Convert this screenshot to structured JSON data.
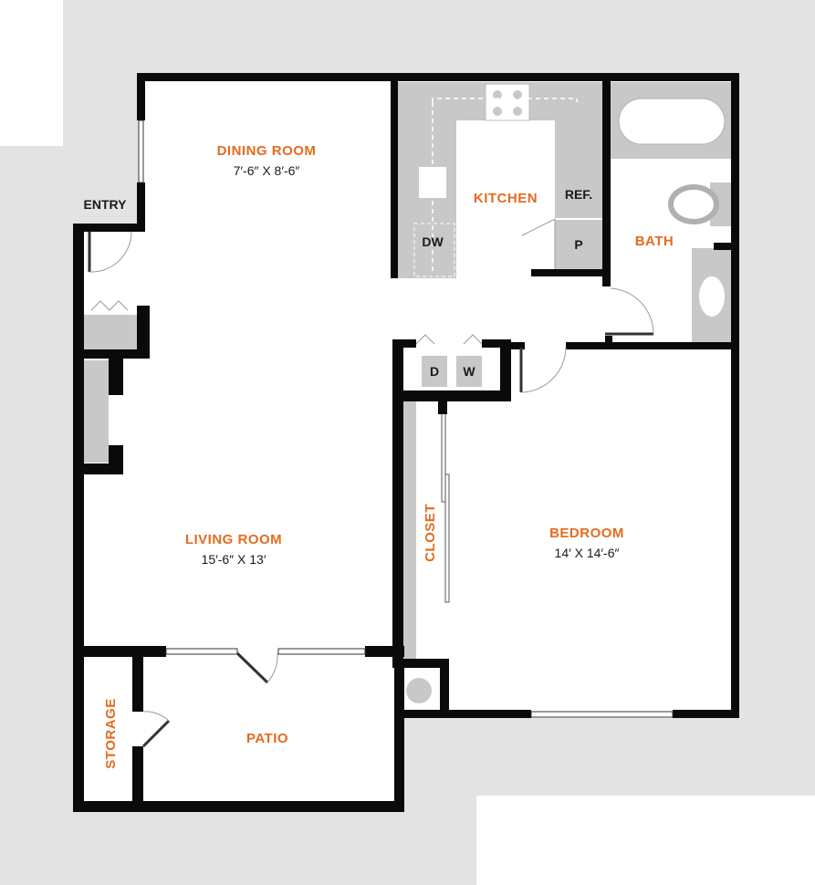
{
  "colors": {
    "background_gray": "#e3e3e3",
    "wall": "#0a0a0a",
    "label_orange": "#e46b1f",
    "fixture_gray": "#c8c8c8"
  },
  "rooms": {
    "dining_room": {
      "name": "DINING ROOM",
      "size": "7′-6″ X 8′-6″"
    },
    "kitchen": {
      "name": "KITCHEN"
    },
    "bath": {
      "name": "BATH"
    },
    "living_room": {
      "name": "LIVING ROOM",
      "size": "15′-6″ X 13′"
    },
    "bedroom": {
      "name": "BEDROOM",
      "size": "14′ X 14′-6″"
    },
    "closet": {
      "name": "CLOSET"
    },
    "storage": {
      "name": "STORAGE"
    },
    "patio": {
      "name": "PATIO"
    },
    "entry": {
      "name": "ENTRY"
    }
  },
  "fixtures": {
    "dishwasher": "DW",
    "refrigerator": "REF.",
    "pantry": "P",
    "dryer": "D",
    "washer": "W"
  }
}
